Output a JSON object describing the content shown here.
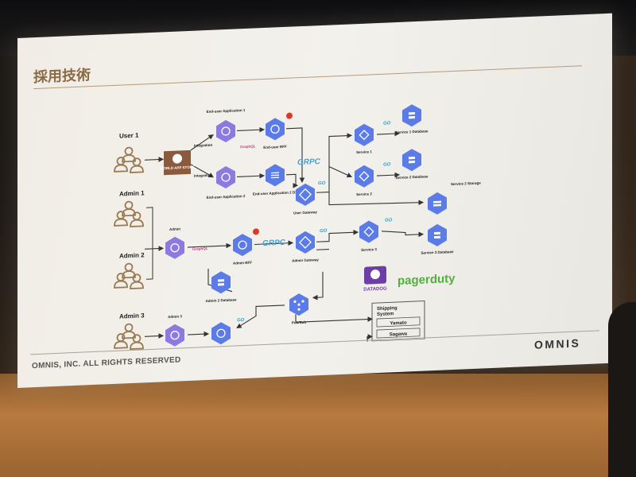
{
  "slide": {
    "title": "採用技術",
    "copyright": "OMNIS, INC.  ALL RIGHTS RESERVED",
    "brand": "OMNIS"
  },
  "colors": {
    "gcp_blue": "#5b7be6",
    "purple": "#8c7ae0",
    "user_icon": "#9a7a52",
    "brand_text": "#8a6a45",
    "pagerduty_green": "#4fb03a"
  },
  "actors": {
    "user1": "User 1",
    "admin1": "Admin 1",
    "admin2": "Admin 2",
    "admin3": "Admin 3"
  },
  "nodes": {
    "store": "WORLD APP STORE",
    "app1": "End-user Application 1",
    "app2": "End-user Application 2",
    "bff": "End-user BFF",
    "app2dx": "End-user Application 2 DX",
    "user_gateway": "User Gateway",
    "service1": "Service 1",
    "service1_db": "Service 1 Database",
    "service2": "Service 2",
    "service2_db": "Service 2 Database",
    "service2_storage": "Service 2 Storage",
    "service3": "Service 3",
    "service3_db": "Service 3 Database",
    "admin": "Admin",
    "admin_bff": "Admin BFF",
    "admin_gateway": "Admin Gateway",
    "admin2_db": "Admin 2 Database",
    "pubsub": "Pub/Sub",
    "admin3_app": "Admin 3",
    "admin3_svc": "Admin 3"
  },
  "tech": {
    "graphql": "GraphQL",
    "grpc": "GRPC",
    "go": "GO",
    "integration": "Integration"
  },
  "shipping": {
    "title_line1": "Shipping",
    "title_line2": "System",
    "yamato": "Yamato",
    "sagawa": "Sagawa"
  },
  "monitoring": {
    "datadog": "DATADOG",
    "pagerduty": "pagerduty"
  }
}
